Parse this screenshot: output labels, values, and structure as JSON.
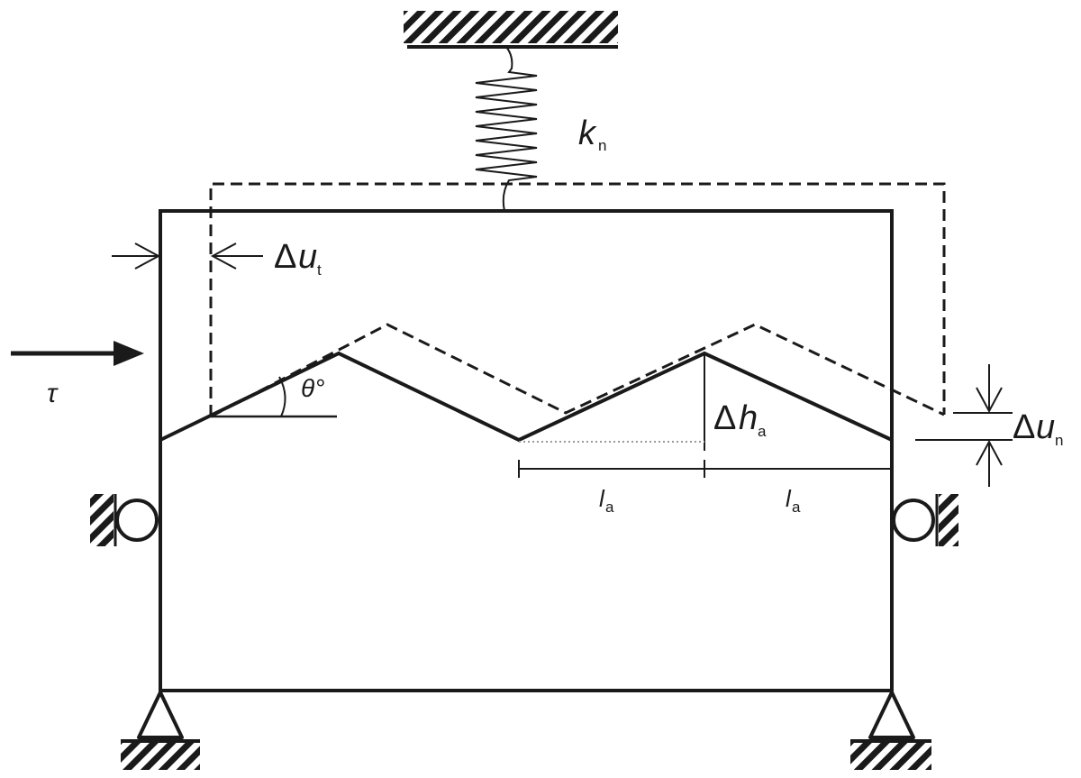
{
  "labels": {
    "kn_main": "k",
    "kn_sub": "n",
    "du_t_delta": "Δ",
    "du_t_main": "u",
    "du_t_sub": "t",
    "tau": "τ",
    "theta": "θ°",
    "dh_delta": "Δ",
    "dh_main": "h",
    "dh_sub": "a",
    "du_n_delta": "Δ",
    "du_n_main": "u",
    "du_n_sub": "n",
    "la1_main": "l",
    "la1_sub": "a",
    "la2_main": "l",
    "la2_sub": "a"
  },
  "colors": {
    "ink": "#1a1a1a",
    "dotted": "#9a9a9a",
    "background": "#ffffff"
  },
  "icons": [
    "hatched-ground-icon",
    "spring-icon",
    "roller-support-icon",
    "pin-support-icon",
    "arrow-icon"
  ]
}
